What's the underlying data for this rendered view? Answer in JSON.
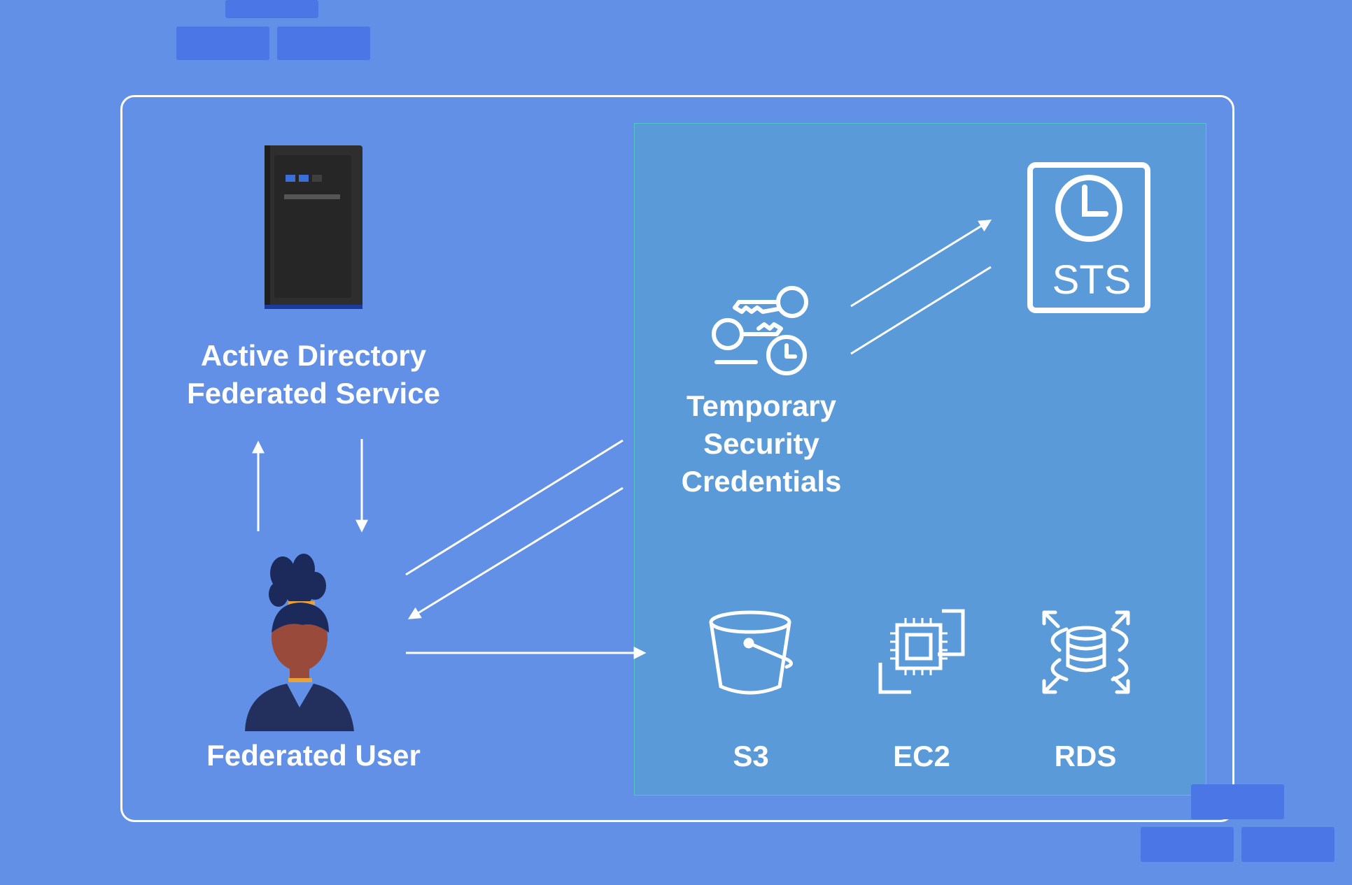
{
  "colors": {
    "background": "#6190E6",
    "brick": "#4A76E6",
    "frame": "#FFFFFF",
    "aws_zone": "#5A9AD9",
    "aws_zone_border": "#4FC7C7",
    "server_body": "#2E2E2E",
    "user_hair": "#1B2A5A",
    "user_skin": "#9A4A3A",
    "user_shirt": "#23305E",
    "accent_gold": "#E8A03A"
  },
  "nodes": {
    "adfs": {
      "label": "Active Directory\nFederated Service",
      "icon": "server-tower-icon"
    },
    "user": {
      "label": "Federated User",
      "icon": "person-avatar-icon"
    },
    "credentials": {
      "label": "Temporary\nSecurity\nCredentials",
      "icon": "keys-clock-icon"
    },
    "sts": {
      "label": "STS",
      "icon": "sts-clock-document-icon"
    },
    "s3": {
      "label": "S3",
      "icon": "bucket-icon"
    },
    "ec2": {
      "label": "EC2",
      "icon": "chip-instances-icon"
    },
    "rds": {
      "label": "RDS",
      "icon": "database-expand-icon"
    }
  }
}
